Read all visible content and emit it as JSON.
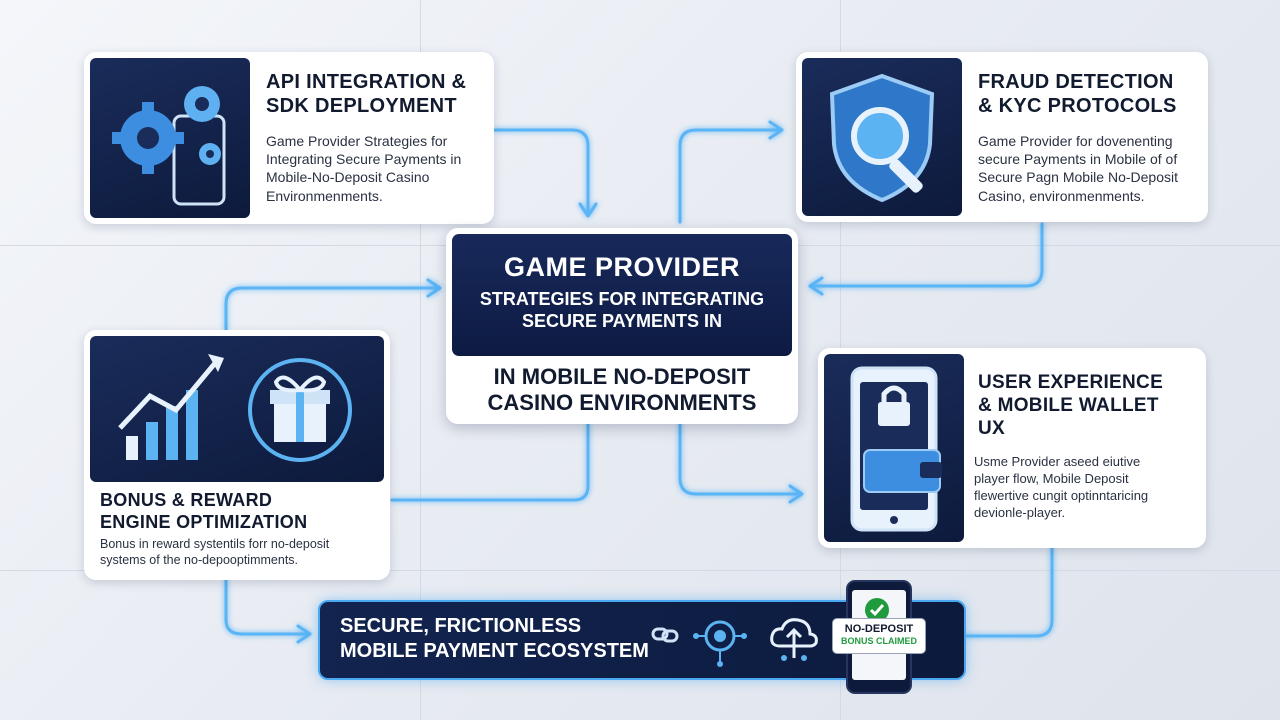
{
  "center": {
    "heading": "GAME PROVIDER",
    "sub_line1": "STRATEGIES FOR INTEGRATING",
    "sub_line2": "SECURE PAYMENTS IN",
    "bottom_line1": "IN MOBILE NO-DEPOSIT",
    "bottom_line2": "CASINO ENVIRONMENTS"
  },
  "api_card": {
    "title_line1": "API INTEGRATION &",
    "title_line2": "SDK DEPLOYMENT",
    "body_lines": [
      "Game Provider Strategies for",
      "Integrating Secure Payments in",
      "Mobile-No-Deposit Casino",
      "Environmenments."
    ],
    "icon": "gears-phone-icon"
  },
  "fraud_card": {
    "title_line1": "FRAUD DETECTION",
    "title_line2": "& KYC PROTOCOLS",
    "body_lines": [
      "Game Provider for dovenenting",
      "secure Payments in Mobile of of",
      "Secure Pagn Mobile No-Deposit",
      "Casino, environmenments."
    ],
    "icon": "shield-magnifier-icon"
  },
  "bonus_card": {
    "title_line1": "BONUS & REWARD",
    "title_line2": "ENGINE OPTIMIZATION",
    "body_lines": [
      "Bonus in reward systentils forr no-deposit",
      "systems of the no-depooptimments."
    ],
    "icon": "growth-chart-gift-icon"
  },
  "ux_card": {
    "title_line1": "USER EXPERIENCE",
    "title_line2": "& MOBILE WALLET",
    "title_line3": "UX",
    "body_lines": [
      "Usme Provider aseed eiutive",
      "player flow, Mobile Deposit",
      "flewertive cungit optinntaricing",
      "devionle-player."
    ],
    "icon": "phone-lock-wallet-icon"
  },
  "ecosystem": {
    "title_line1": "SECURE, FRICTIONLESS",
    "title_line2": "MOBILE PAYMENT ECOSYSTEM",
    "badge_line1": "NO-DEPOSIT",
    "badge_line2": "BONUS CLAIMED",
    "icons": [
      "chain-link-icon",
      "network-hub-icon",
      "cloud-upload-icon",
      "checkmark-icon"
    ]
  },
  "colors": {
    "navy": "#0d1a3c",
    "accent_blue": "#4aa8f0",
    "check_green": "#1f9b3d"
  }
}
